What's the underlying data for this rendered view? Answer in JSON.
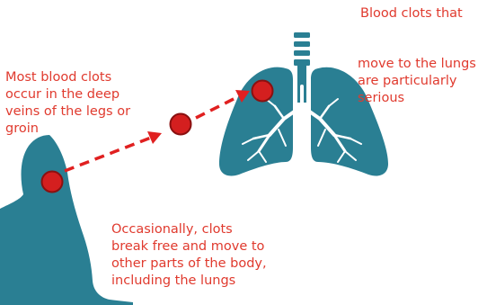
{
  "labels": {
    "blood_clots_that": "Blood clots that",
    "lungs_serious": "move to the lungs\nare particularly\nserious",
    "legs_origin": "Most blood clots\noccur in the deep\nveins of the legs or\ngroin",
    "break_free": "Occasionally, clots\nbreak free and move to\nother parts of the body,\nincluding the lungs"
  },
  "colors": {
    "organ": "#2a7f93",
    "organ_detail": "#ffffff",
    "clot": "#d41f1f",
    "clot_outline": "#8a1010",
    "arrow": "#e02020",
    "text": "#e03a2e"
  },
  "icons": {
    "leg": "leg-icon",
    "lungs": "lungs-icon"
  }
}
